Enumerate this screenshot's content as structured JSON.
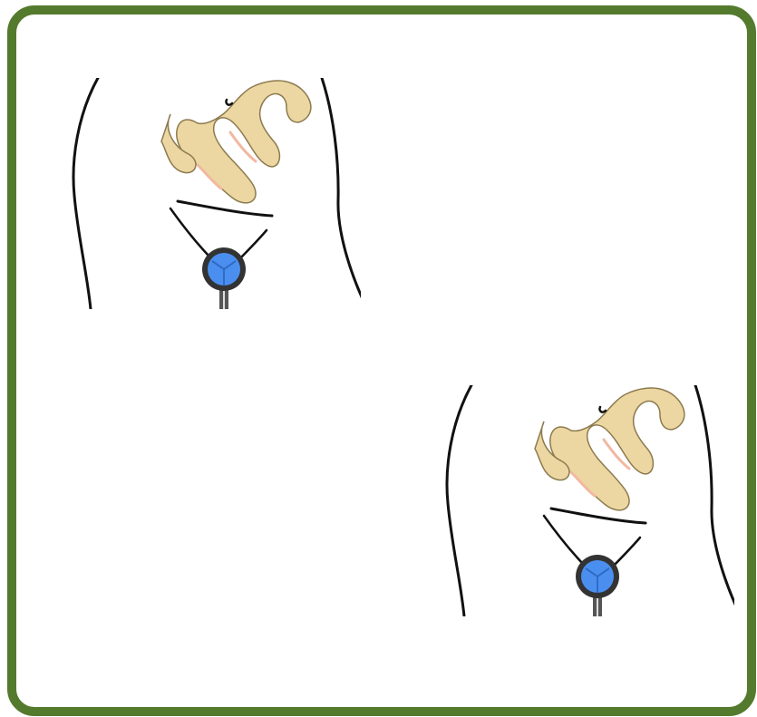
{
  "panels": [
    {
      "name": "anatomy-illustration-top-left",
      "content": "abdomen-with-intestines-and-pelvic-marker"
    },
    {
      "name": "anatomy-illustration-bottom-right",
      "content": "abdomen-with-intestines-and-pelvic-marker"
    }
  ],
  "colors": {
    "frame_border": "#547a2e",
    "background": "#ffffff",
    "body_outline": "#111111",
    "intestine_fill": "#ecd7a2",
    "intestine_stroke": "#8c7a4e",
    "intestine_inner_shadow": "#f2b8a0",
    "marker_fill": "#4a8ff0",
    "marker_ring": "#333333",
    "marker_stem": "#555555"
  },
  "icons": {
    "marker": "blue-circle-marker-icon"
  }
}
